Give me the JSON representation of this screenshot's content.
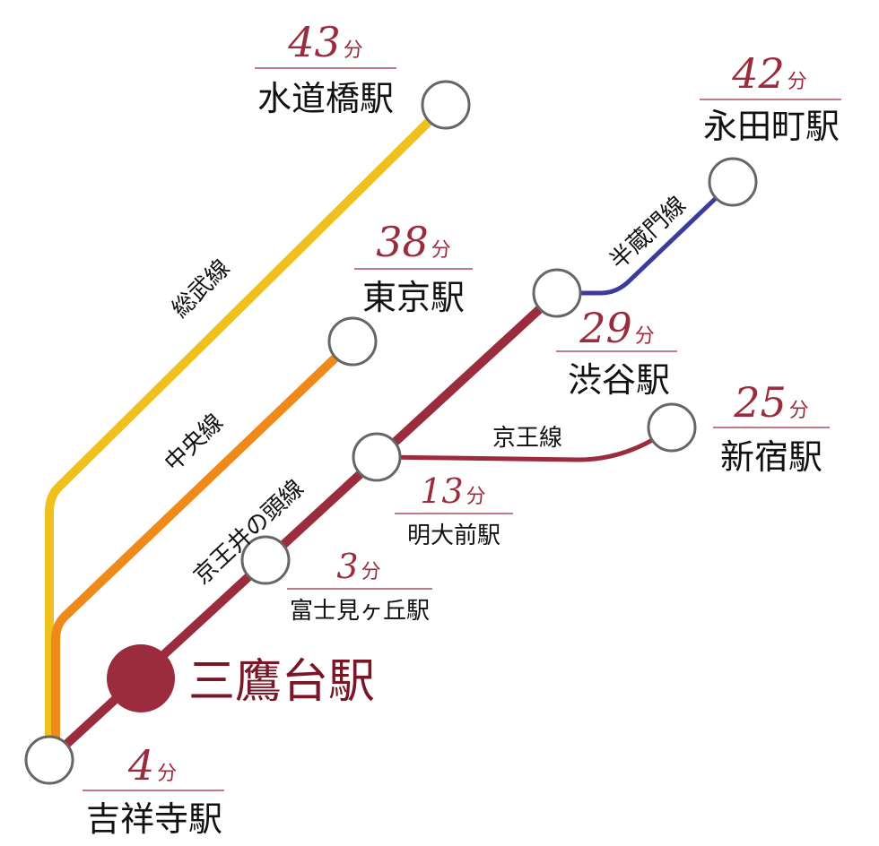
{
  "origin": {
    "name": "三鷹台駅",
    "color": "#9b2c3d"
  },
  "colors": {
    "keio_inokashira": "#9b2c3d",
    "sobu": "#f0c11e",
    "chuo": "#ef8a1a",
    "hanzomon": "#3d3a9e",
    "keio": "#9b2c3d",
    "accent_text": "#9b2c3d"
  },
  "lines": {
    "sobu": "総武線",
    "chuo": "中央線",
    "keio_inokashira": "京王井の頭線",
    "keio": "京王線",
    "hanzomon": "半蔵門線"
  },
  "unit": "分",
  "stations": {
    "suidobashi": {
      "name": "水道橋駅",
      "minutes": "43"
    },
    "tokyo": {
      "name": "東京駅",
      "minutes": "38"
    },
    "nagatacho": {
      "name": "永田町駅",
      "minutes": "42"
    },
    "shibuya": {
      "name": "渋谷駅",
      "minutes": "29"
    },
    "shinjuku": {
      "name": "新宿駅",
      "minutes": "25"
    },
    "meidaimae": {
      "name": "明大前駅",
      "minutes": "13"
    },
    "fujimigaoka": {
      "name": "富士見ヶ丘駅",
      "minutes": "3"
    },
    "kichijoji": {
      "name": "吉祥寺駅",
      "minutes": "4"
    }
  }
}
